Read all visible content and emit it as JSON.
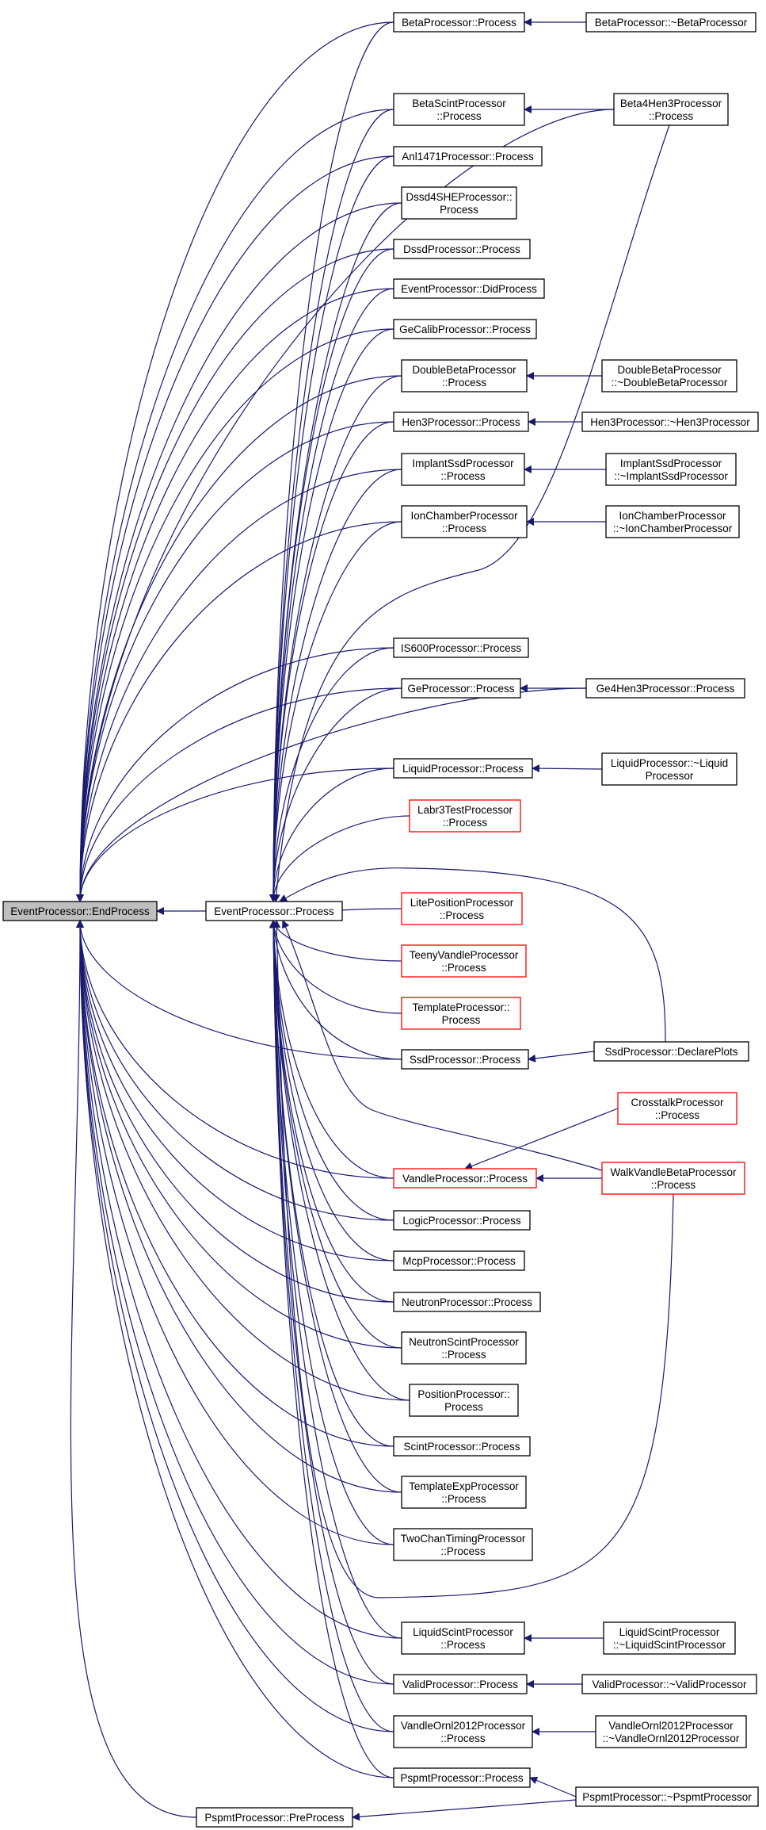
{
  "diagram": {
    "edge_color": "#191970",
    "node_fill": "#ffffff",
    "root_fill": "#bfbfbf",
    "normal_border": "#000000",
    "missing_border": "#ff0000",
    "nodes": [
      {
        "id": "endprocess",
        "lines": [
          "EventProcessor::EndProcess"
        ],
        "kind": "root"
      },
      {
        "id": "evproc",
        "lines": [
          "EventProcessor::Process"
        ],
        "kind": "normal"
      },
      {
        "id": "beta",
        "lines": [
          "BetaProcessor::Process"
        ],
        "kind": "normal"
      },
      {
        "id": "betadtor",
        "lines": [
          "BetaProcessor::~BetaProcessor"
        ],
        "kind": "normal"
      },
      {
        "id": "betascint",
        "lines": [
          "BetaScintProcessor",
          "::Process"
        ],
        "kind": "normal"
      },
      {
        "id": "beta4hen3",
        "lines": [
          "Beta4Hen3Processor",
          "::Process"
        ],
        "kind": "normal"
      },
      {
        "id": "anl1471",
        "lines": [
          "Anl1471Processor::Process"
        ],
        "kind": "normal"
      },
      {
        "id": "dssd4she",
        "lines": [
          "Dssd4SHEProcessor::",
          "Process"
        ],
        "kind": "normal"
      },
      {
        "id": "dssd",
        "lines": [
          "DssdProcessor::Process"
        ],
        "kind": "normal"
      },
      {
        "id": "didprocess",
        "lines": [
          "EventProcessor::DidProcess"
        ],
        "kind": "normal"
      },
      {
        "id": "gecalib",
        "lines": [
          "GeCalibProcessor::Process"
        ],
        "kind": "normal"
      },
      {
        "id": "dblbeta",
        "lines": [
          "DoubleBetaProcessor",
          "::Process"
        ],
        "kind": "normal"
      },
      {
        "id": "dblbetadtor",
        "lines": [
          "DoubleBetaProcessor",
          "::~DoubleBetaProcessor"
        ],
        "kind": "normal"
      },
      {
        "id": "hen3",
        "lines": [
          "Hen3Processor::Process"
        ],
        "kind": "normal"
      },
      {
        "id": "hen3dtor",
        "lines": [
          "Hen3Processor::~Hen3Processor"
        ],
        "kind": "normal"
      },
      {
        "id": "implant",
        "lines": [
          "ImplantSsdProcessor",
          "::Process"
        ],
        "kind": "normal"
      },
      {
        "id": "implantdtor",
        "lines": [
          "ImplantSsdProcessor",
          "::~ImplantSsdProcessor"
        ],
        "kind": "normal"
      },
      {
        "id": "ionch",
        "lines": [
          "IonChamberProcessor",
          "::Process"
        ],
        "kind": "normal"
      },
      {
        "id": "ionchdtor",
        "lines": [
          "IonChamberProcessor",
          "::~IonChamberProcessor"
        ],
        "kind": "normal"
      },
      {
        "id": "is600",
        "lines": [
          "IS600Processor::Process"
        ],
        "kind": "normal"
      },
      {
        "id": "ge",
        "lines": [
          "GeProcessor::Process"
        ],
        "kind": "normal"
      },
      {
        "id": "ge4hen3",
        "lines": [
          "Ge4Hen3Processor::Process"
        ],
        "kind": "normal"
      },
      {
        "id": "liquid",
        "lines": [
          "LiquidProcessor::Process"
        ],
        "kind": "normal"
      },
      {
        "id": "liquiddtor",
        "lines": [
          "LiquidProcessor::~Liquid",
          "Processor"
        ],
        "kind": "normal"
      },
      {
        "id": "labr3",
        "lines": [
          "Labr3TestProcessor",
          "::Process"
        ],
        "kind": "missing"
      },
      {
        "id": "litepos",
        "lines": [
          "LitePositionProcessor",
          "::Process"
        ],
        "kind": "missing"
      },
      {
        "id": "teeny",
        "lines": [
          "TeenyVandleProcessor",
          "::Process"
        ],
        "kind": "missing"
      },
      {
        "id": "template",
        "lines": [
          "TemplateProcessor::",
          "Process"
        ],
        "kind": "missing"
      },
      {
        "id": "ssd",
        "lines": [
          "SsdProcessor::Process"
        ],
        "kind": "normal"
      },
      {
        "id": "ssddecl",
        "lines": [
          "SsdProcessor::DeclarePlots"
        ],
        "kind": "normal"
      },
      {
        "id": "crosstalk",
        "lines": [
          "CrosstalkProcessor",
          "::Process"
        ],
        "kind": "missing"
      },
      {
        "id": "vandle",
        "lines": [
          "VandleProcessor::Process"
        ],
        "kind": "missing"
      },
      {
        "id": "walkvandle",
        "lines": [
          "WalkVandleBetaProcessor",
          "::Process"
        ],
        "kind": "missing"
      },
      {
        "id": "logic",
        "lines": [
          "LogicProcessor::Process"
        ],
        "kind": "normal"
      },
      {
        "id": "mcp",
        "lines": [
          "McpProcessor::Process"
        ],
        "kind": "normal"
      },
      {
        "id": "neutron",
        "lines": [
          "NeutronProcessor::Process"
        ],
        "kind": "normal"
      },
      {
        "id": "neutronscint",
        "lines": [
          "NeutronScintProcessor",
          "::Process"
        ],
        "kind": "normal"
      },
      {
        "id": "position",
        "lines": [
          "PositionProcessor::",
          "Process"
        ],
        "kind": "normal"
      },
      {
        "id": "scint",
        "lines": [
          "ScintProcessor::Process"
        ],
        "kind": "normal"
      },
      {
        "id": "templateexp",
        "lines": [
          "TemplateExpProcessor",
          "::Process"
        ],
        "kind": "normal"
      },
      {
        "id": "twochan",
        "lines": [
          "TwoChanTimingProcessor",
          "::Process"
        ],
        "kind": "normal"
      },
      {
        "id": "liquidscint",
        "lines": [
          "LiquidScintProcessor",
          "::Process"
        ],
        "kind": "normal"
      },
      {
        "id": "liquidscintdtor",
        "lines": [
          "LiquidScintProcessor",
          "::~LiquidScintProcessor"
        ],
        "kind": "normal"
      },
      {
        "id": "valid",
        "lines": [
          "ValidProcessor::Process"
        ],
        "kind": "normal"
      },
      {
        "id": "validdtor",
        "lines": [
          "ValidProcessor::~ValidProcessor"
        ],
        "kind": "normal"
      },
      {
        "id": "vandleornl",
        "lines": [
          "VandleOrnl2012Processor",
          "::Process"
        ],
        "kind": "normal"
      },
      {
        "id": "vandleornldtor",
        "lines": [
          "VandleOrnl2012Processor",
          "::~VandleOrnl2012Processor"
        ],
        "kind": "normal"
      },
      {
        "id": "pspmt",
        "lines": [
          "PspmtProcessor::Process"
        ],
        "kind": "normal"
      },
      {
        "id": "pspmtdtor",
        "lines": [
          "PspmtProcessor::~PspmtProcessor"
        ],
        "kind": "normal"
      },
      {
        "id": "pspmtpre",
        "lines": [
          "PspmtProcessor::PreProcess"
        ],
        "kind": "normal"
      }
    ]
  }
}
